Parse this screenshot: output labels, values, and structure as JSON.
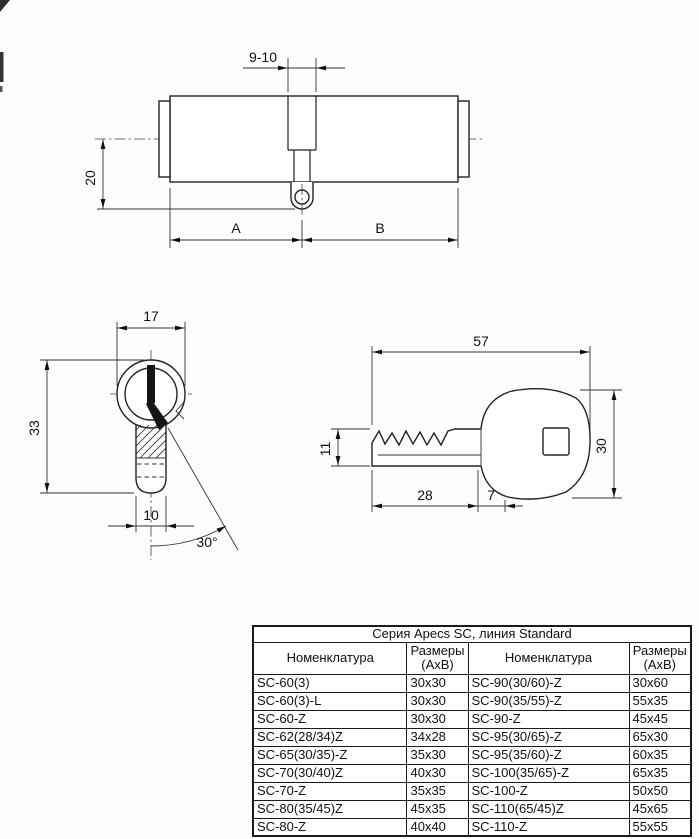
{
  "drawings": {
    "side_view": {
      "slot_width": "9-10",
      "cam_height": "20",
      "dim_a": "A",
      "dim_b": "B"
    },
    "section_view": {
      "width": "17",
      "height": "33",
      "bottom_width": "10",
      "angle": "30°"
    },
    "key_view": {
      "length": "57",
      "blade_height": "11",
      "head_height": "30",
      "bitting_length": "28",
      "shoulder_width": "7"
    }
  },
  "table": {
    "title": "Серия Apecs SC, линия Standard",
    "headers": [
      "Номенклатура",
      "Размеры (АхВ)",
      "Номенклатура",
      "Размеры (АхВ)"
    ],
    "rows": [
      [
        "SC-60(3)",
        "30x30",
        "SC-90(30/60)-Z",
        "30x60"
      ],
      [
        "SC-60(3)-L",
        "30x30",
        "SC-90(35/55)-Z",
        "55x35"
      ],
      [
        "SC-60-Z",
        "30x30",
        "SC-90-Z",
        "45x45"
      ],
      [
        "SC-62(28/34)Z",
        "34x28",
        "SC-95(30/65)-Z",
        "65x30"
      ],
      [
        "SC-65(30/35)-Z",
        "35x30",
        "SC-95(35/60)-Z",
        "60x35"
      ],
      [
        "SC-70(30/40)Z",
        "40x30",
        "SC-100(35/65)-Z",
        "65x35"
      ],
      [
        "SC-70-Z",
        "35x35",
        "SC-100-Z",
        "50x50"
      ],
      [
        "SC-80(35/45)Z",
        "45x35",
        "SC-110(65/45)Z",
        "45x65"
      ],
      [
        "SC-80-Z",
        "40x40",
        "SC-110-Z",
        "55x55"
      ]
    ]
  }
}
